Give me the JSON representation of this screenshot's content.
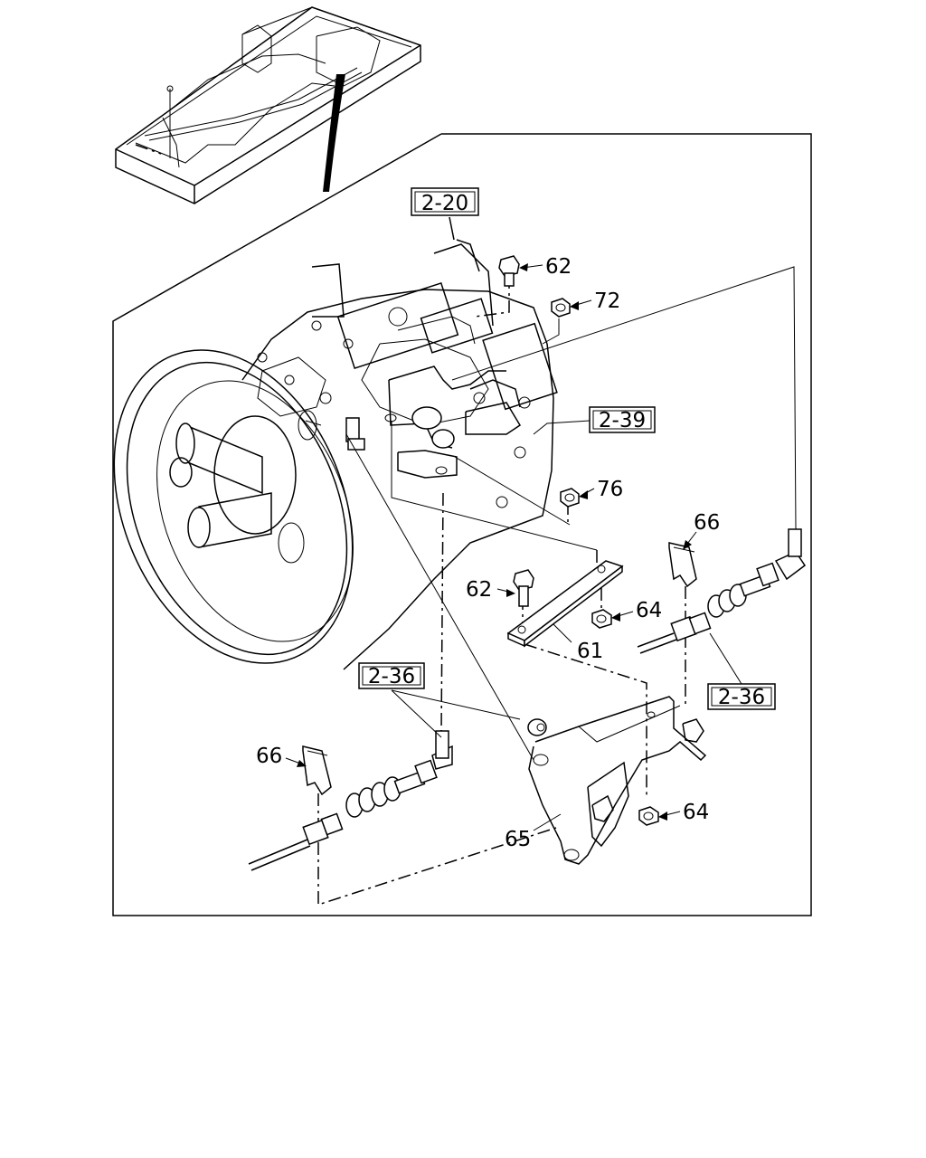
{
  "references": {
    "r1": "2-20",
    "r2": "2-39",
    "r3": "2-36",
    "r4": "2-36"
  },
  "callouts": {
    "c62a": "62",
    "c72": "72",
    "c76": "76",
    "c66a": "66",
    "c62b": "62",
    "c64a": "64",
    "c61": "61",
    "c66b": "66",
    "c65": "65",
    "c64b": "64"
  }
}
